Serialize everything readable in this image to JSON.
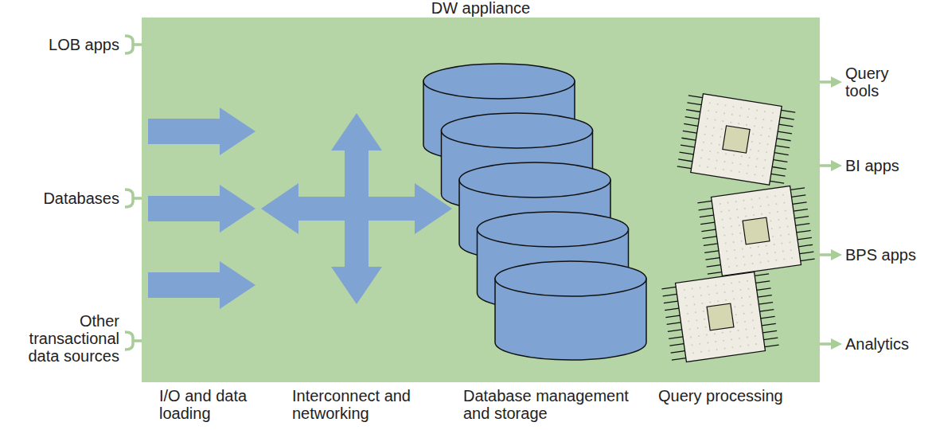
{
  "diagram": {
    "nodes": [
      {
        "text": [
          "DW appliance"
        ]
      }
    ],
    "labels": [
      "LOB apps",
      "Databases",
      "Other transactional data sources",
      "Query tools",
      "BI apps",
      "BPS apps",
      "Analytics",
      "I/O and data loading",
      "Interconnect and networking",
      "Database management and storage",
      "Query processing"
    ]
  }
}
